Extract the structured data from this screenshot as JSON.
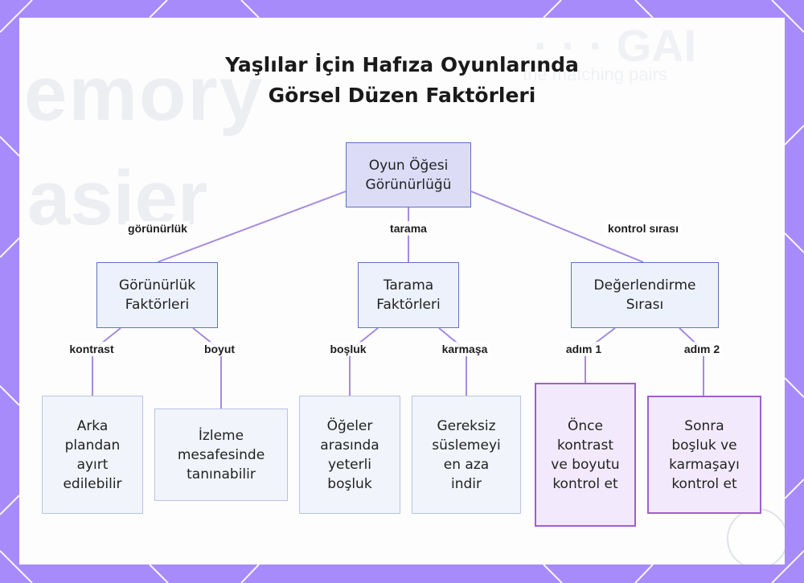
{
  "title_lines": [
    "Yaşlılar İçin Hafıza Oyunlarında",
    "Görsel Düzen Faktörleri"
  ],
  "background_text": {
    "word1": "emory",
    "word2": "asier",
    "word3": "· · · GAI",
    "word4": "the matching pairs"
  },
  "colors": {
    "frame": "#a78bfa",
    "edge": "#a58bde",
    "root_fill": "#dcdcf7",
    "node_border": "#5b73c4",
    "step_border": "#a15ecf"
  },
  "nodes": {
    "root": "Oyun Öğesi\nGörünürlüğü",
    "visibility": "Görünürlük\nFaktörleri",
    "scanning": "Tarama\nFaktörleri",
    "evaluation": "Değerlendirme\nSırası",
    "background_separation": "Arka\nplandan\nayırt\nedilebilir",
    "viewing_distance": "İzleme\nmesafesinde\ntanınabilir",
    "spacing": "Öğeler\narasında\nyeterli\nboşluk",
    "decoration": "Gereksiz\nsüslemeyi\nen aza\nindir",
    "step1": "Önce\nkontrast\nve boyutu\nkontrol et",
    "step2": "Sonra\nboşluk ve\nkarmaşayı\nkontrol et"
  },
  "edge_labels": {
    "visibility": "görünürlük",
    "scanning": "tarama",
    "evaluation": "kontrol sırası",
    "contrast": "kontrast",
    "size": "boyut",
    "spacing": "boşluk",
    "clutter": "karmaşa",
    "step1": "adım 1",
    "step2": "adım 2"
  }
}
